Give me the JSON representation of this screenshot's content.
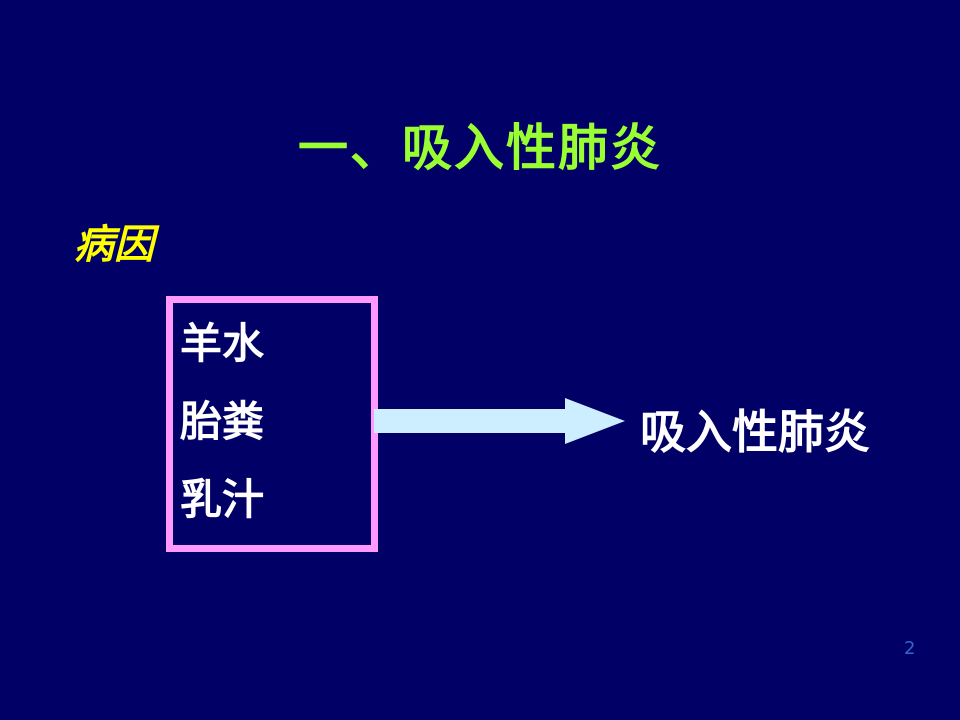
{
  "title": "一、吸入性肺炎",
  "cause_heading": "病因",
  "causes": [
    "羊水",
    "胎粪",
    "乳汁"
  ],
  "result": "吸入性肺炎",
  "page_number": "2",
  "colors": {
    "background": "#000066",
    "title": "#99ff33",
    "heading": "#ffff00",
    "box_border": "#ff99ff",
    "arrow": "#cceeff"
  }
}
